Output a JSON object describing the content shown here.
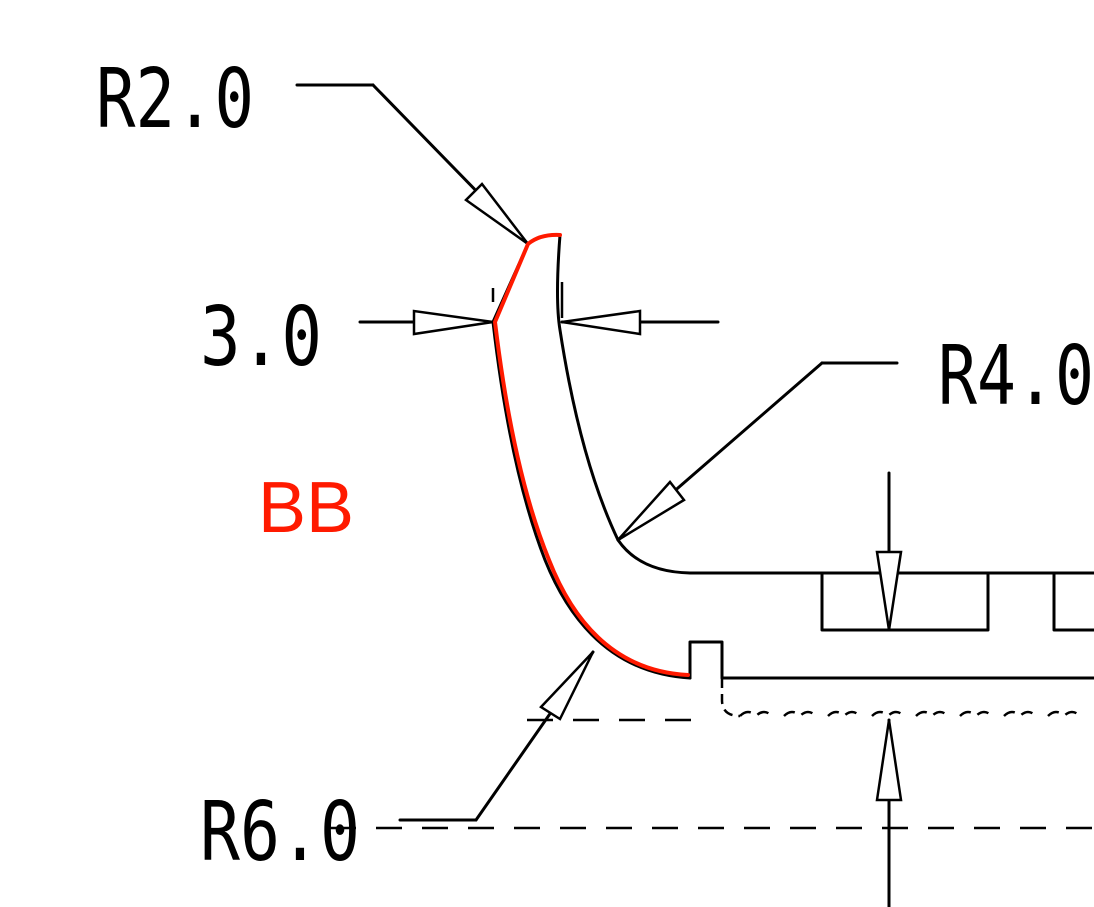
{
  "labels": {
    "radius_top": "R2.0",
    "thickness": "3.0",
    "radius_inner": "R4.0",
    "radius_outer": "R6.0",
    "section_mark": "BB"
  },
  "colors": {
    "line": "#000000",
    "highlight": "#ff1a00",
    "background": "#ffffff"
  }
}
